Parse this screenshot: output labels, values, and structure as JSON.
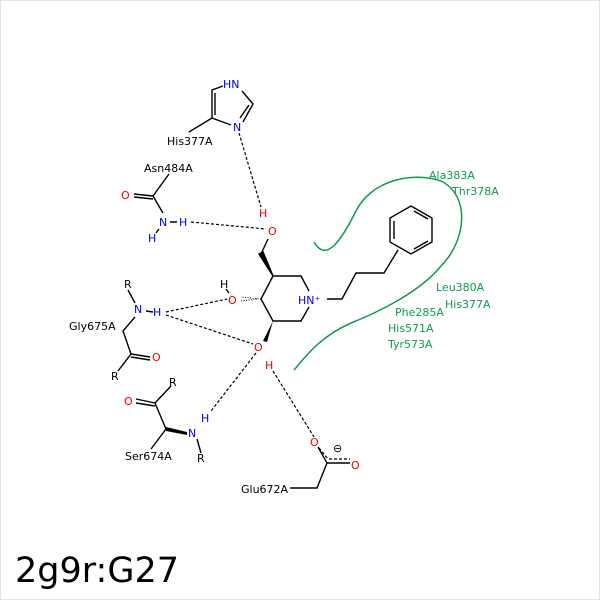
{
  "title": "2g9r:G27",
  "residues": {
    "his377": "His377A",
    "asn484": "Asn484A",
    "gly675": "Gly675A",
    "ser674": "Ser674A",
    "glu672": "Glu672A"
  },
  "atoms": {
    "HN": "HN",
    "N": "N",
    "H": "H",
    "O": "O",
    "R": "R",
    "HNplus": "HN⁺",
    "minus": "⊖"
  },
  "hydrophobic": [
    "Ala383A",
    "Thr378A",
    "Leu380A",
    "His377A",
    "Phe285A",
    "His571A",
    "Tyr573A"
  ],
  "colors": {
    "nitrogen": "#0000ee",
    "oxygen": "#ee0000",
    "hydrophobic": "#109a50"
  }
}
